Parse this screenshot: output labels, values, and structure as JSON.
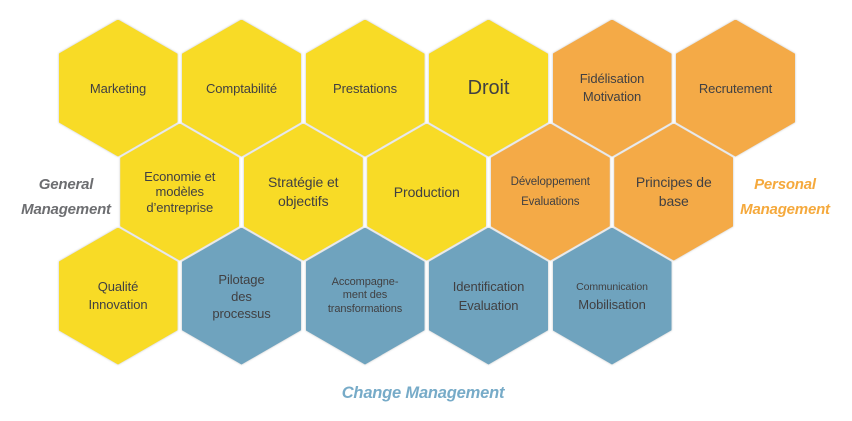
{
  "diagram": {
    "colors": {
      "yellow": "#F8DB26",
      "orange": "#F4AA47",
      "blue": "#6FA3BE",
      "hex_text": "#414042"
    },
    "hexagons": [
      {
        "id": "marketing",
        "color": "yellow",
        "row": 0,
        "col": 0,
        "lines": [
          "Marketing"
        ]
      },
      {
        "id": "comptabilite",
        "color": "yellow",
        "row": 0,
        "col": 1,
        "lines": [
          "Comptabilité"
        ]
      },
      {
        "id": "prestations",
        "color": "yellow",
        "row": 0,
        "col": 2,
        "lines": [
          "Prestations"
        ]
      },
      {
        "id": "droit",
        "color": "yellow",
        "row": 0,
        "col": 3,
        "lines": [
          "Droit"
        ]
      },
      {
        "id": "fidelisation-motivation",
        "color": "orange",
        "row": 0,
        "col": 4,
        "lines": [
          "Fidélisation",
          "Motivation"
        ]
      },
      {
        "id": "recrutement",
        "color": "orange",
        "row": 0,
        "col": 5,
        "lines": [
          "Recrutement"
        ]
      },
      {
        "id": "economie-modeles-entreprise",
        "color": "yellow",
        "row": 1,
        "col": 0,
        "lines": [
          "Economie et",
          "modèles",
          "d’entreprise"
        ]
      },
      {
        "id": "strategie-objectifs",
        "color": "yellow",
        "row": 1,
        "col": 1,
        "lines": [
          "Stratégie et",
          "objectifs"
        ]
      },
      {
        "id": "production",
        "color": "yellow",
        "row": 1,
        "col": 2,
        "lines": [
          "Production"
        ]
      },
      {
        "id": "developpement-evaluations",
        "color": "orange",
        "row": 1,
        "col": 3,
        "lines": [
          "Développement",
          "Evaluations"
        ]
      },
      {
        "id": "principes-de-base",
        "color": "orange",
        "row": 1,
        "col": 4,
        "lines": [
          "Principes de",
          "base"
        ]
      },
      {
        "id": "qualite-innovation",
        "color": "yellow",
        "row": 2,
        "col": 0,
        "lines": [
          "Qualité",
          "Innovation"
        ]
      },
      {
        "id": "pilotage-processus",
        "color": "blue",
        "row": 2,
        "col": 1,
        "lines": [
          "Pilotage",
          "des",
          "processus"
        ]
      },
      {
        "id": "accompagnement-transformations",
        "color": "blue",
        "row": 2,
        "col": 2,
        "lines": [
          "Accompagne-",
          "ment des",
          "transformations"
        ]
      },
      {
        "id": "identification-evaluation",
        "color": "blue",
        "row": 2,
        "col": 3,
        "lines": [
          "Identification",
          "Evaluation"
        ]
      },
      {
        "id": "communication-mobilisation",
        "color": "blue",
        "row": 2,
        "col": 4,
        "lines": [
          "Communication",
          "Mobilisation"
        ]
      }
    ],
    "labels": {
      "general": {
        "lines": [
          "General",
          "Management"
        ],
        "color": "#6D6E71"
      },
      "personal": {
        "lines": [
          "Personal",
          "Management"
        ],
        "color": "#F5A93C"
      },
      "change": {
        "lines": [
          "Change Management"
        ],
        "color": "#77ABC8"
      }
    }
  }
}
